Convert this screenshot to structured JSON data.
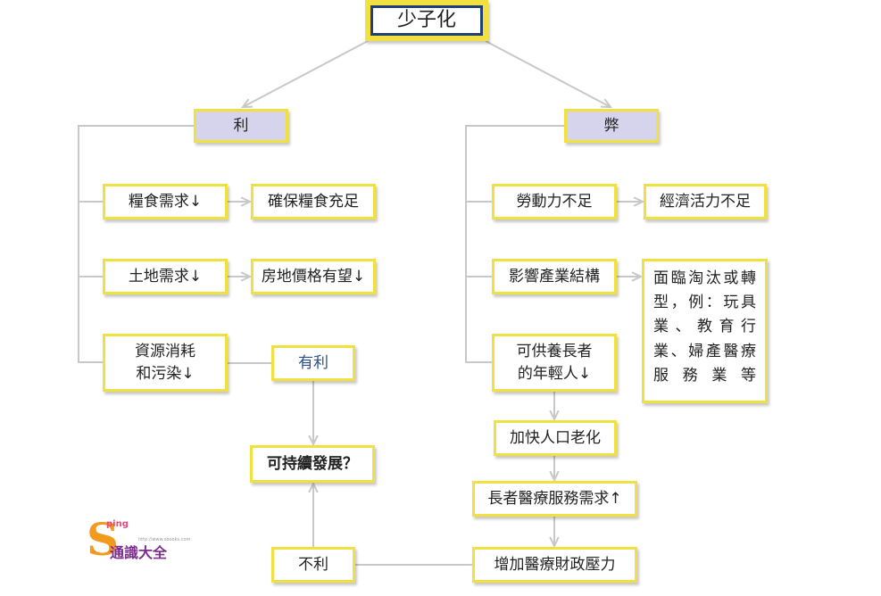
{
  "title": "少子化",
  "pros": {
    "label": "利",
    "items": [
      {
        "cause": "糧食需求↓",
        "effect": "確保糧食充足"
      },
      {
        "cause": "土地需求↓",
        "effect": "房地價格有望↓"
      },
      {
        "cause": "資源消耗\n和污染↓"
      }
    ],
    "favorable": "有利"
  },
  "cons": {
    "label": "弊",
    "items": [
      {
        "cause": "勞動力不足",
        "effect": "經濟活力不足"
      },
      {
        "cause": "影響產業結構",
        "effect": "面臨淘汰或轉型，例：玩具業、教育行業、婦產醫療服務業等"
      },
      {
        "cause": "可供養長者\n的年輕人↓"
      }
    ],
    "chain": [
      "加快人口老化",
      "長者醫療服務需求↑",
      "增加醫療財政壓力"
    ],
    "unfavorable": "不利"
  },
  "outcome": "可持續發展？",
  "logo": {
    "mark": "S",
    "small": "ping",
    "name": "通識大全",
    "url": "http://www.sbooks.com"
  },
  "colors": {
    "box_border": "#f0e040",
    "title_inner": "#1f3f75",
    "category_fill": "#d6d4ec",
    "wire": "#c8c8c8",
    "favorable_text": "#2a4f8a"
  }
}
